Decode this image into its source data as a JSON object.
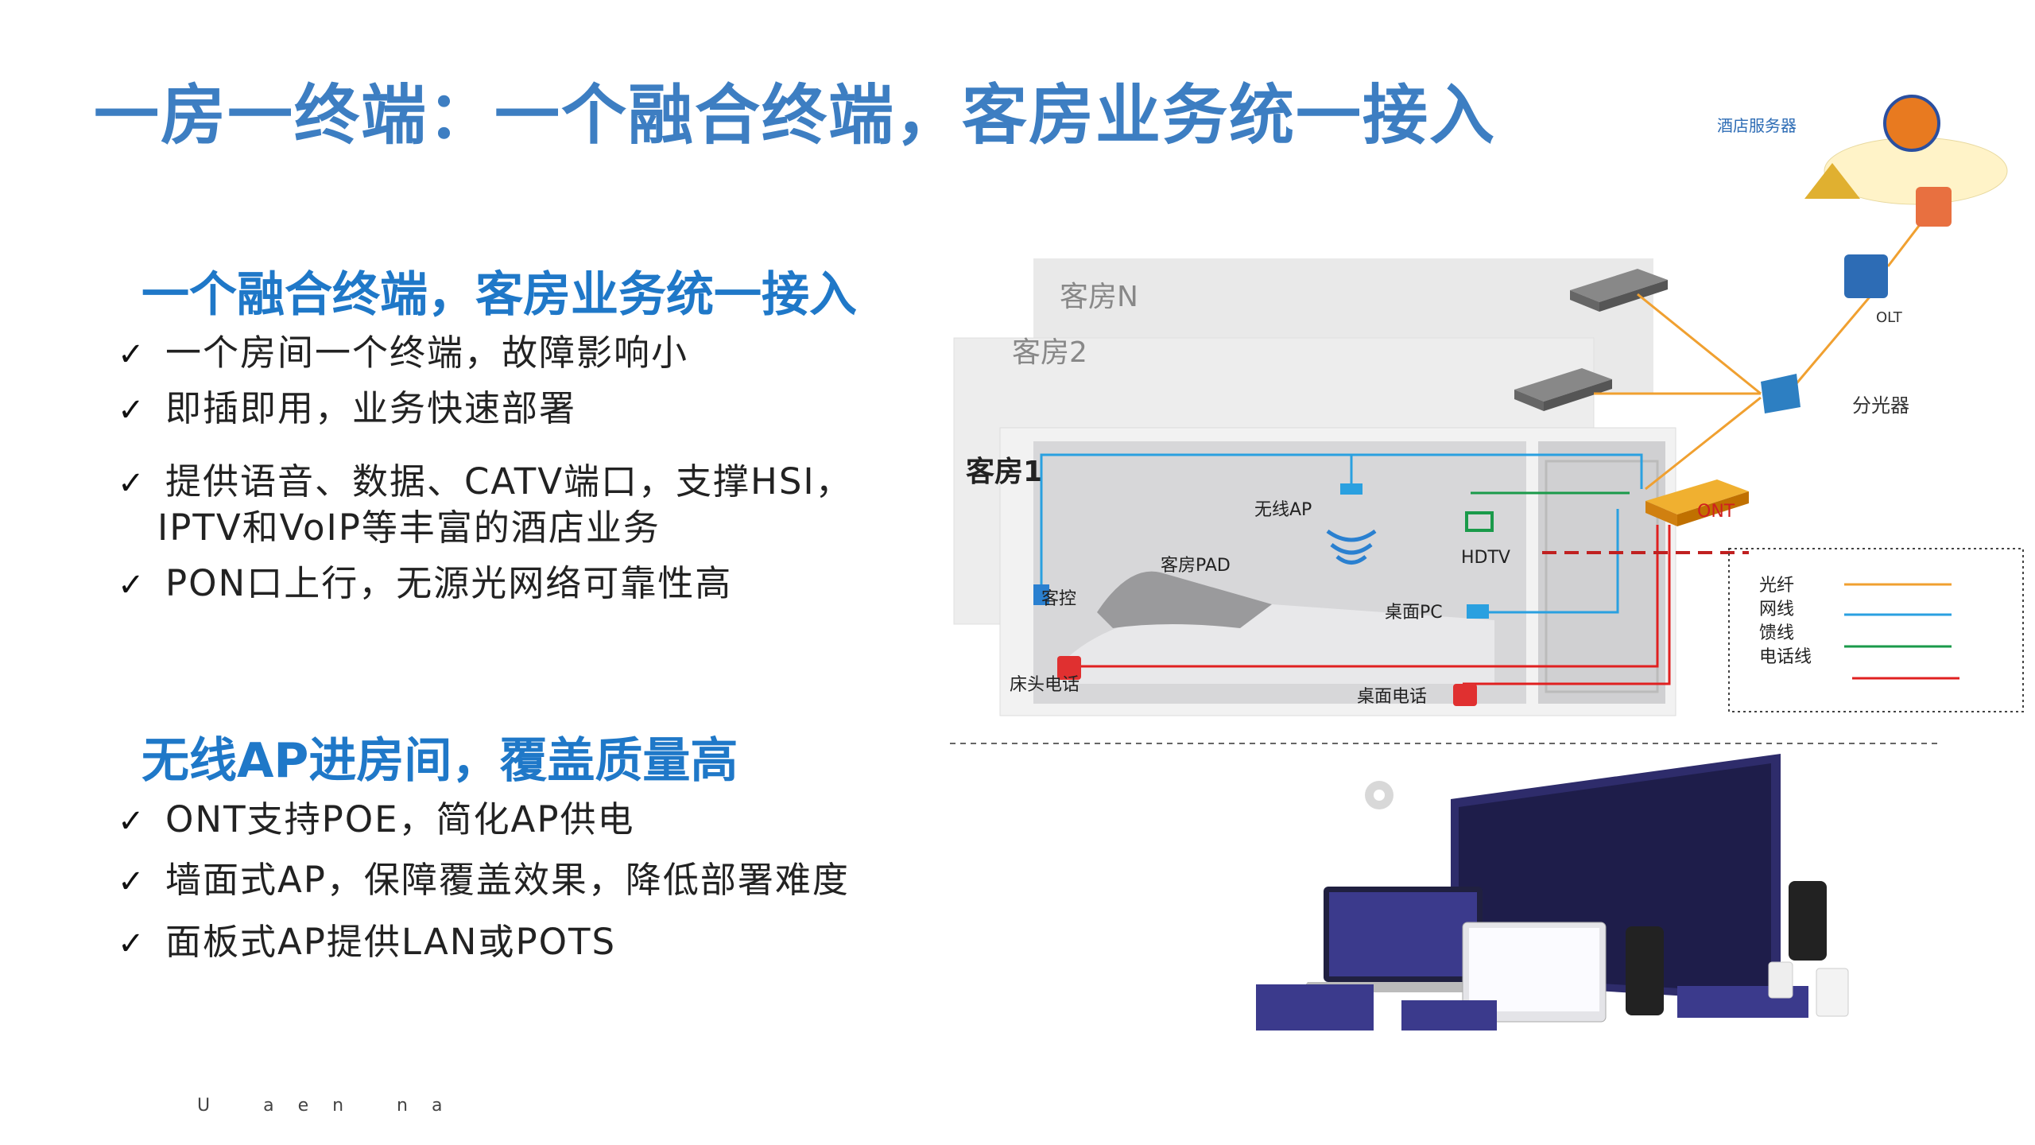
{
  "title": "一房一终端：一个融合终端，客房业务统一接入",
  "section1": {
    "heading": "一个融合终端，客房业务统一接入",
    "items": [
      {
        "line1": "一个房间一个终端，故障影响小"
      },
      {
        "line1": "即插即用，业务快速部署"
      },
      {
        "line1": "提供语音、数据、CATV端口，支撑HSI，",
        "line2": "IPTV和VoIP等丰富的酒店业务"
      },
      {
        "line1": " PON口上行，无源光网络可靠性高"
      }
    ]
  },
  "section2": {
    "heading": "无线AP进房间，覆盖质量高",
    "items": [
      {
        "line1": " ONT支持POE，简化AP供电"
      },
      {
        "line1": "墙面式AP，保障覆盖效果，降低部署难度"
      },
      {
        "line1": "面板式AP提供LAN或POTS"
      }
    ]
  },
  "diagram": {
    "hotel_server": "酒店服务器",
    "olt": "OLT",
    "splitter": "分光器",
    "ont": "ONT",
    "room_n": "客房N",
    "room_2": "客房2",
    "room_1": "客房1",
    "wireless_ap": "无线AP",
    "pad": "客房PAD",
    "hdtv": "HDTV",
    "room_control": "客控",
    "desktop_pc": "桌面PC",
    "bedside_phone": "床头电话",
    "desk_phone": "桌面电话",
    "legend": [
      {
        "label": "光纤",
        "color": "#f0a030"
      },
      {
        "label": "网线",
        "color": "#2aa0e0"
      },
      {
        "label": "馈线",
        "color": "#1a9a4a"
      },
      {
        "label": "电话线",
        "color": "#e02020"
      }
    ]
  },
  "footer": "U  aen na",
  "colors": {
    "title": "#3d7ec2",
    "heading": "#1f78c8",
    "device": "#3b3a8c"
  }
}
